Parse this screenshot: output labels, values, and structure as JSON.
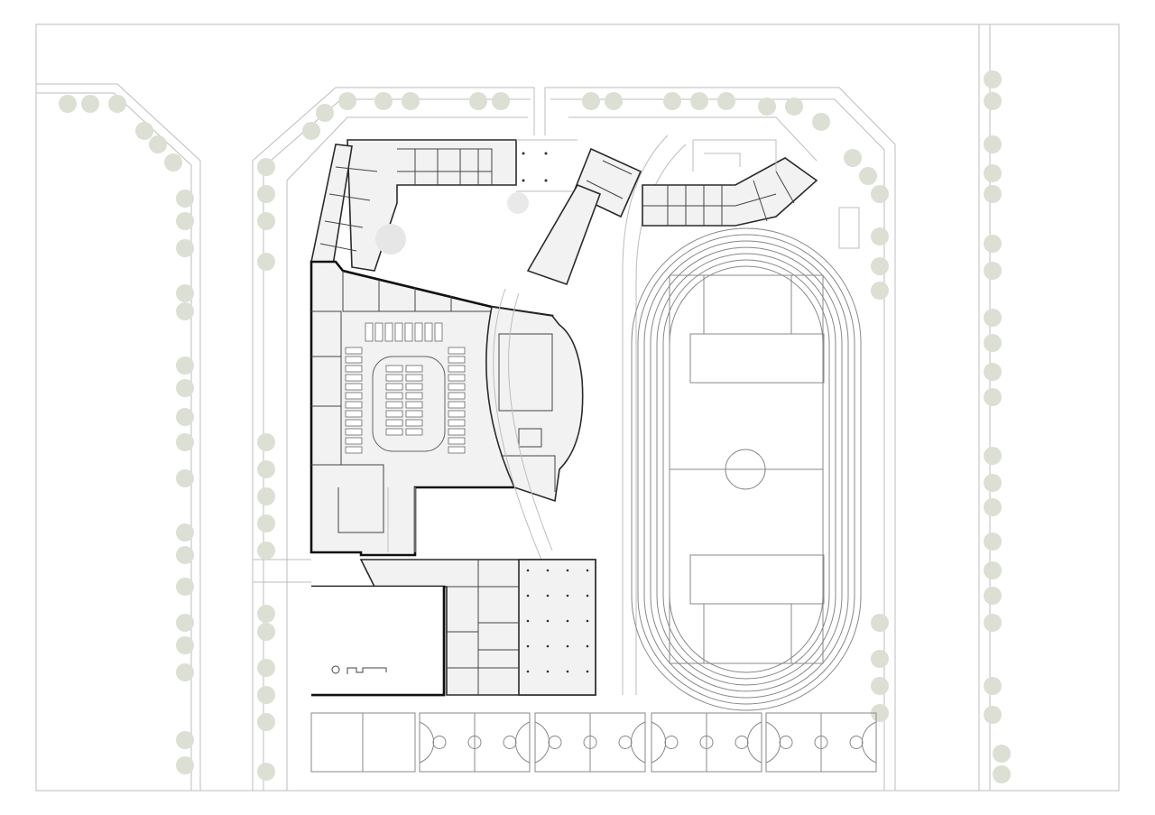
{
  "drawing": {
    "colors": {
      "background": "#ffffff",
      "building_fill": "#f2f2f2",
      "wall": "#2a2a2a",
      "site_lines": "#bdbdbd",
      "trees": "#dcdfd3"
    },
    "elements": [
      "classroom-wing",
      "parking-courtyard",
      "auditorium",
      "gymnasium",
      "dormitory",
      "running-track",
      "football-pitch",
      "basketball-courts",
      "trees"
    ]
  }
}
